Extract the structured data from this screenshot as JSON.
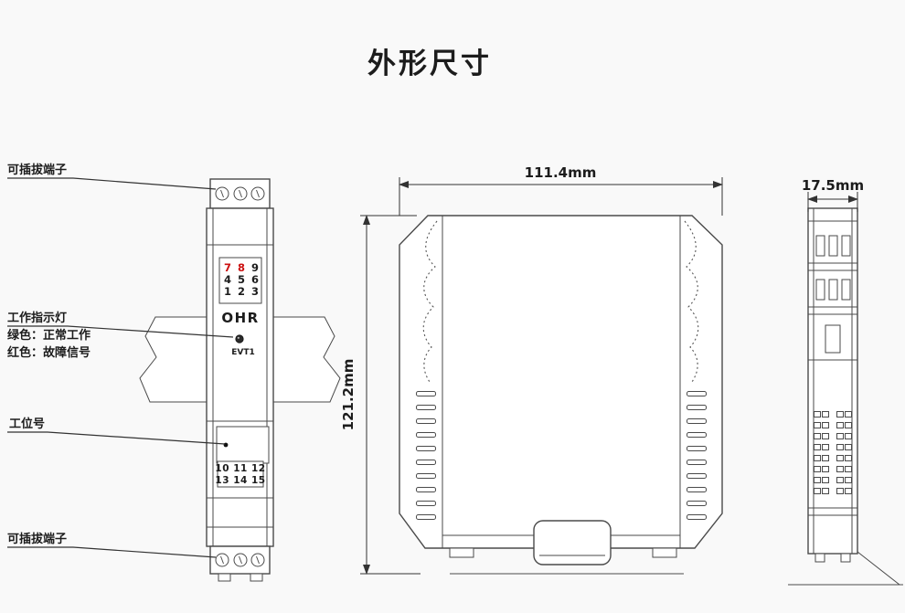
{
  "title": "外形尺寸",
  "front_view": {
    "callout_top": "可插拔端子",
    "callout_indicator": [
      "工作指示灯",
      "绿色：正常工作",
      "红色：故障信号"
    ],
    "callout_station": "工位号",
    "callout_bottom": "可插拔端子",
    "terminal_numbers": [
      "7",
      "8",
      "9",
      "4",
      "5",
      "6",
      "1",
      "2",
      "3"
    ],
    "brand": "OHR",
    "led_label": "EVT1",
    "bottom_numbers_row1": "10 11 12",
    "bottom_numbers_row2": "13 14 15"
  },
  "dimensions": {
    "width": "111.4mm",
    "height": "121.2mm",
    "depth": "17.5mm"
  },
  "colors": {
    "accent_red": "#cc1111",
    "line_color": "#4a4a4a",
    "background": "#f9f9f9"
  }
}
